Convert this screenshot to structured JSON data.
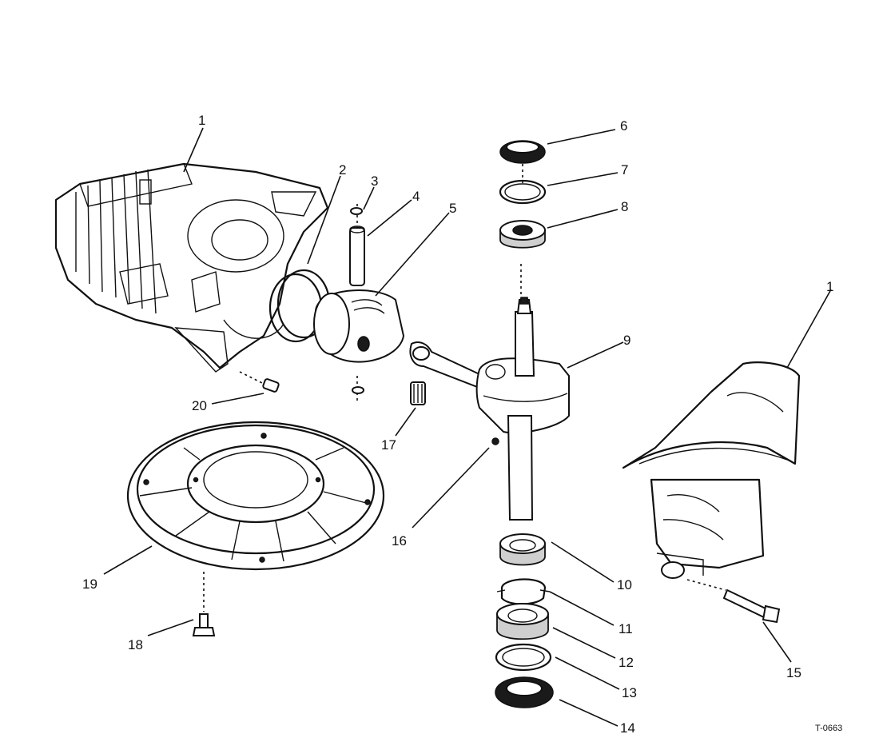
{
  "diagram": {
    "drawing_code": "T-0663",
    "callouts": [
      {
        "id": "c1a",
        "label": "1"
      },
      {
        "id": "c1b",
        "label": "1"
      },
      {
        "id": "c2",
        "label": "2"
      },
      {
        "id": "c3",
        "label": "3"
      },
      {
        "id": "c4",
        "label": "4"
      },
      {
        "id": "c5",
        "label": "5"
      },
      {
        "id": "c6",
        "label": "6"
      },
      {
        "id": "c7",
        "label": "7"
      },
      {
        "id": "c8",
        "label": "8"
      },
      {
        "id": "c9",
        "label": "9"
      },
      {
        "id": "c10",
        "label": "10"
      },
      {
        "id": "c11",
        "label": "11"
      },
      {
        "id": "c12",
        "label": "12"
      },
      {
        "id": "c13",
        "label": "13"
      },
      {
        "id": "c14",
        "label": "14"
      },
      {
        "id": "c15",
        "label": "15"
      },
      {
        "id": "c16",
        "label": "16"
      },
      {
        "id": "c17",
        "label": "17"
      },
      {
        "id": "c18",
        "label": "18"
      },
      {
        "id": "c19",
        "label": "19"
      },
      {
        "id": "c20",
        "label": "20"
      }
    ]
  }
}
